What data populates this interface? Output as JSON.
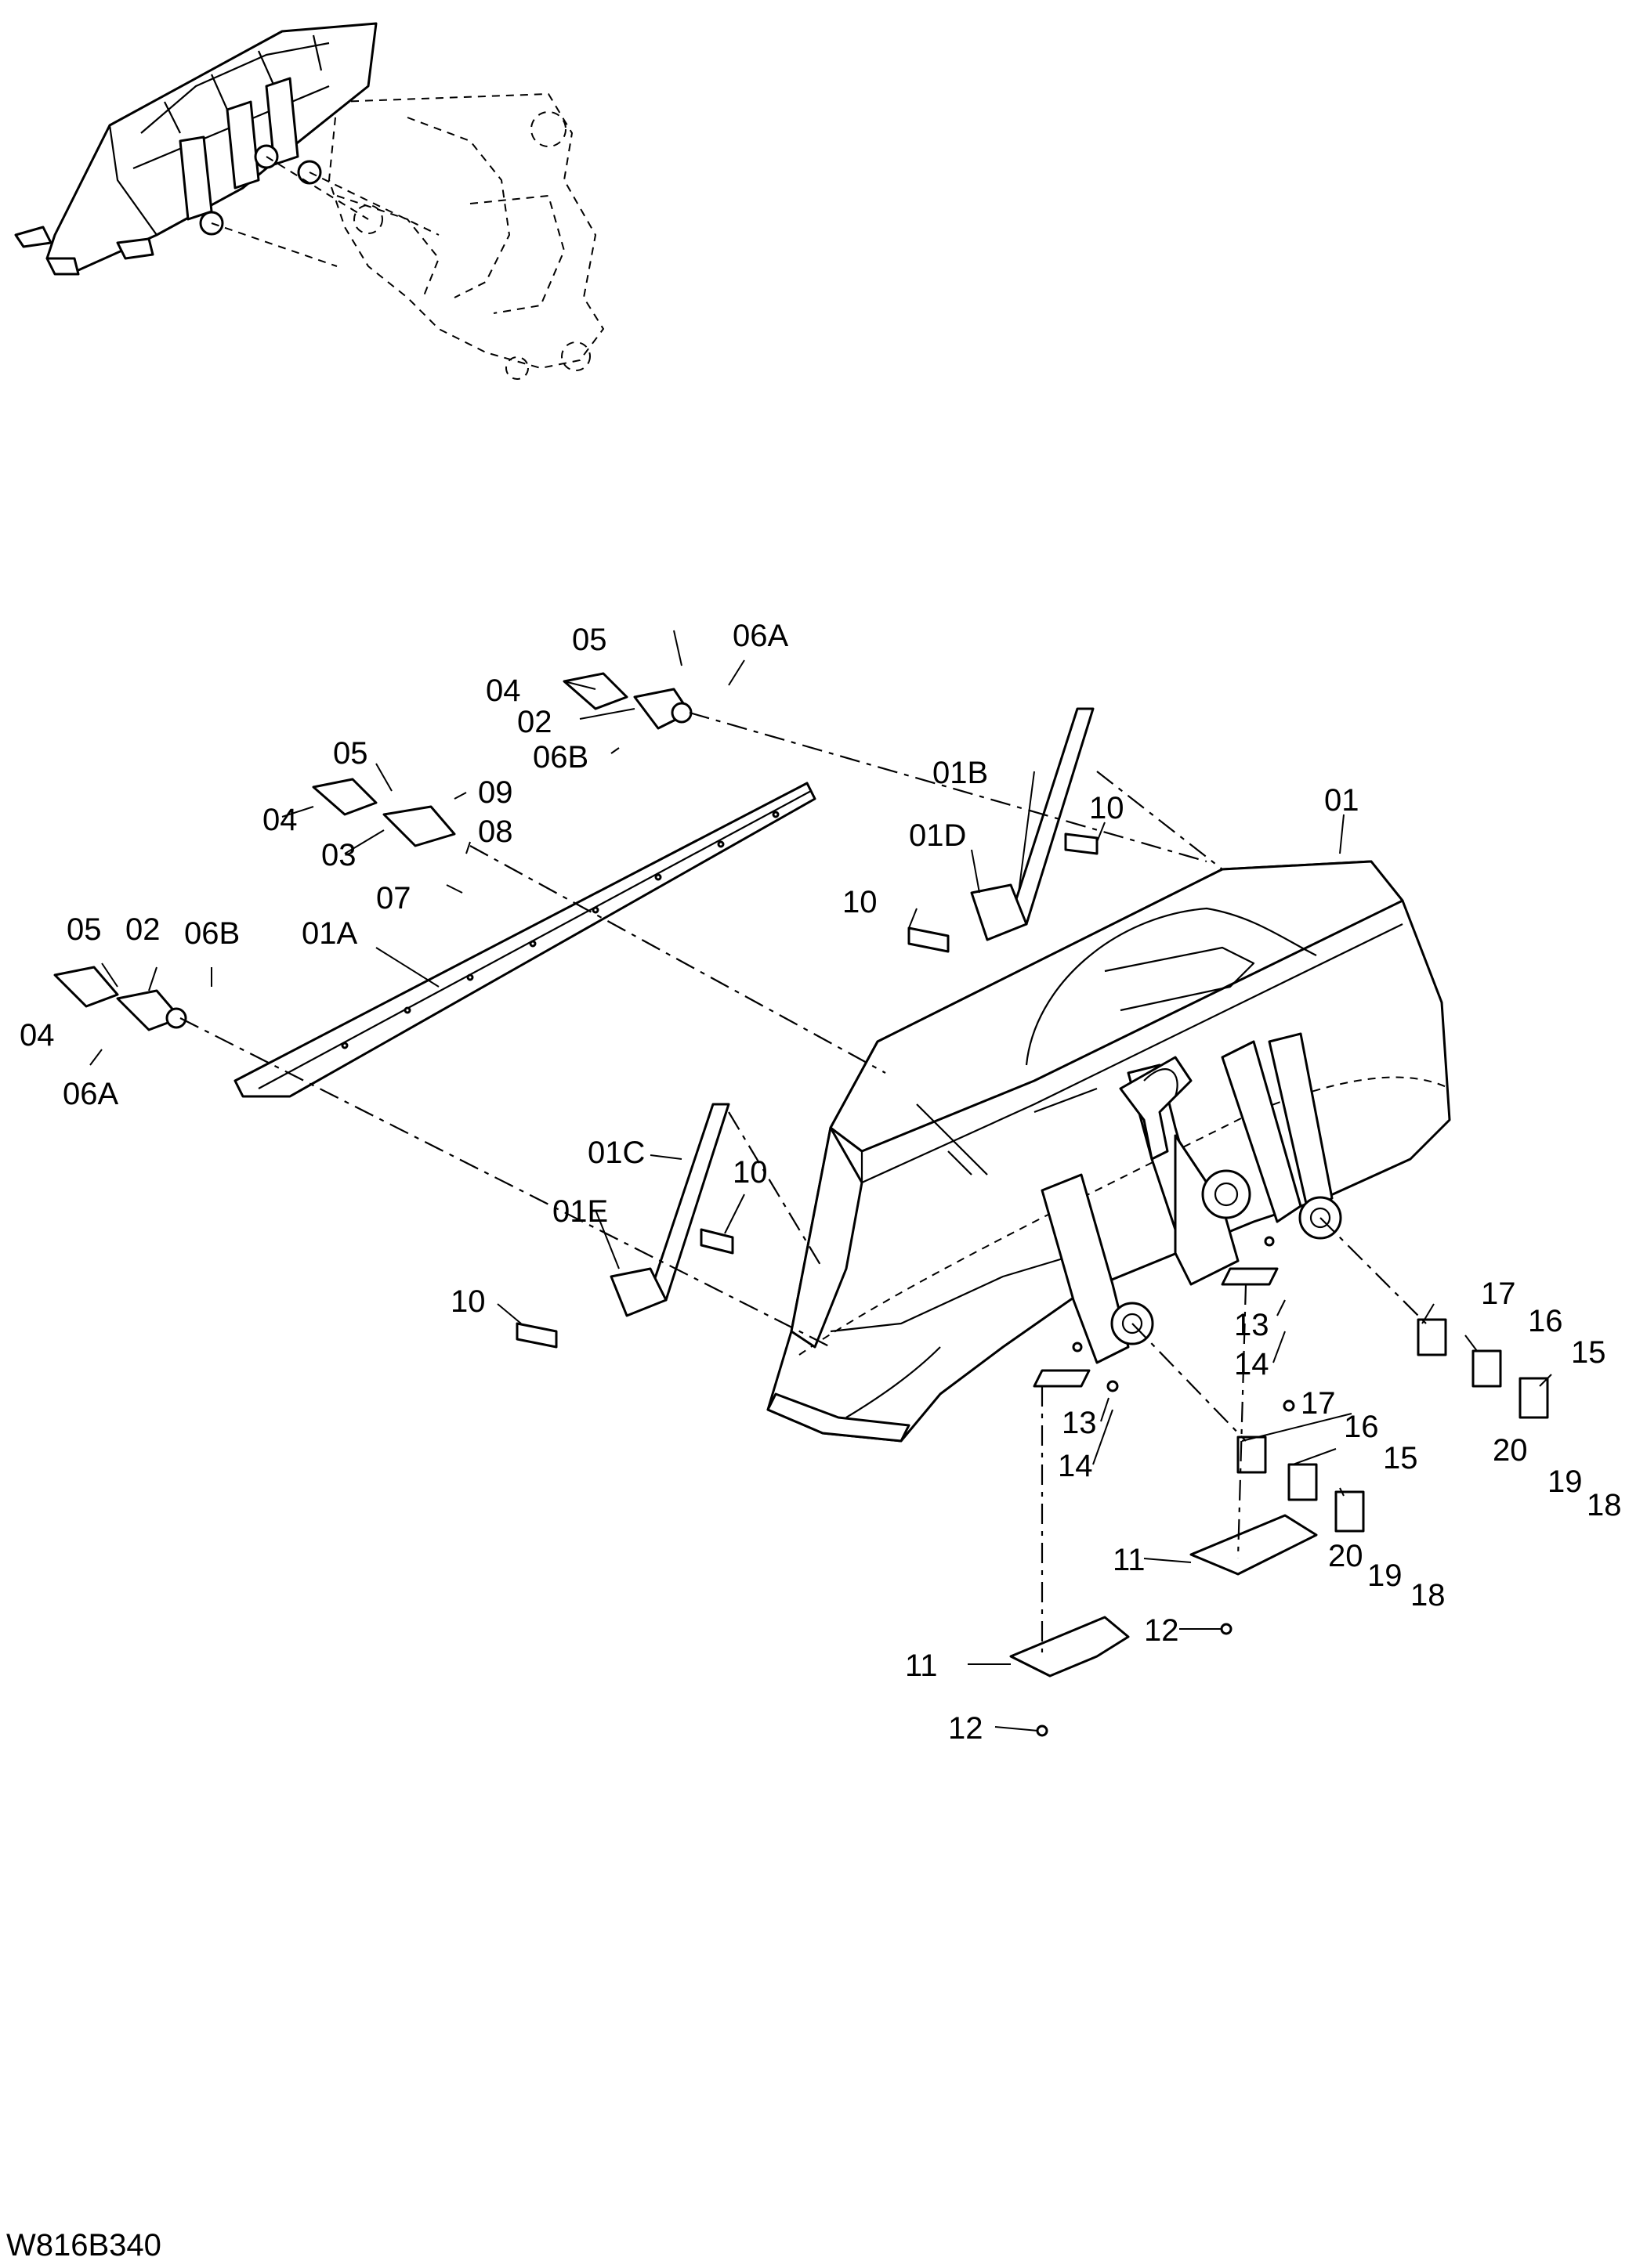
{
  "drawing_code": "W816B340",
  "callouts": {
    "c01": "01",
    "c01A": "01A",
    "c01B": "01B",
    "c01C": "01C",
    "c01D": "01D",
    "c01E": "01E",
    "c02": "02",
    "c03": "03",
    "c04": "04",
    "c05": "05",
    "c06A": "06A",
    "c06B": "06B",
    "c07": "07",
    "c08": "08",
    "c09": "09",
    "c10": "10",
    "c11": "11",
    "c12": "12",
    "c13": "13",
    "c14": "14",
    "c15": "15",
    "c16": "16",
    "c17": "17",
    "c18": "18",
    "c19": "19",
    "c20": "20"
  }
}
